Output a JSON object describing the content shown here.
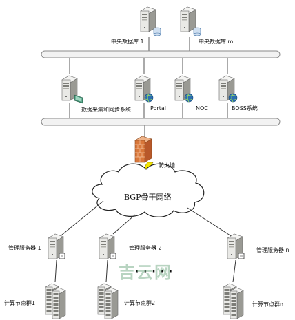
{
  "top": {
    "db1_label": "中央数据库 1",
    "dbm_label": "中央数据库 m"
  },
  "middle": {
    "sync_label": "数据采集和同步系统",
    "portal_label": "Portal",
    "noc_label": "NOC",
    "boss_label": "BOSS系统"
  },
  "firewall_label": "防火墙",
  "cloud_label": "BGP骨干网络",
  "management": {
    "mgr1_label": "管理服务器 1",
    "mgr2_label": "管理服务器 2",
    "mgrn_label": "管理服务器 n",
    "dots": "· · · · ·"
  },
  "compute": {
    "c1_label": "计算节点群1",
    "c2_label": "计算节点群2",
    "cn_label": "计算节点群n"
  },
  "watermark": "吉云网",
  "colors": {
    "bus_fill": "#f2f2f2",
    "bus_stroke": "#8a8a8a",
    "server_body": "#e9e9e6",
    "server_dark": "#7d7d78",
    "globe": "#2b6fb0",
    "firewall": "#d9773a",
    "lightning": "#f3e600"
  }
}
